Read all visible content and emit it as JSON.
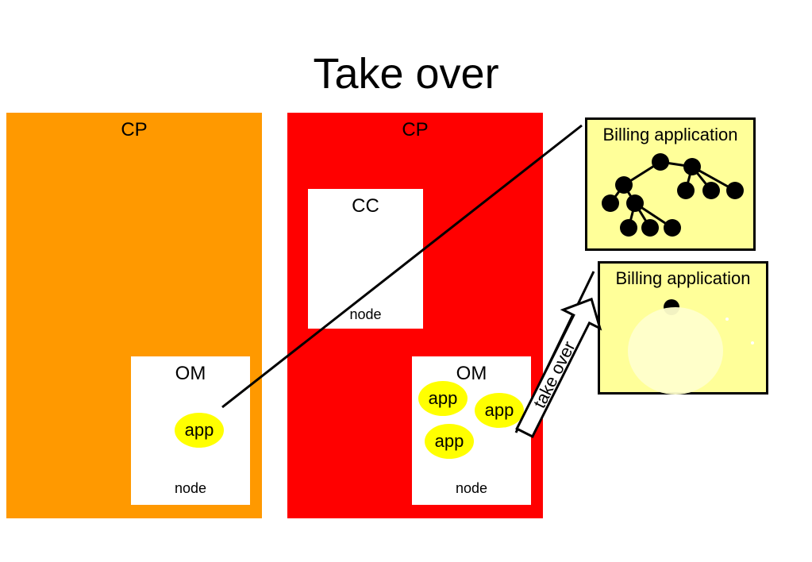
{
  "title": "Take over",
  "colors": {
    "left_cp": "#ff9900",
    "right_cp": "#ff0000",
    "app": "#ffff00",
    "billing_box": "#ffff99"
  },
  "left_cp": {
    "label": "CP",
    "om": {
      "label": "OM",
      "node": "node",
      "apps": [
        "app"
      ]
    }
  },
  "right_cp": {
    "label": "CP",
    "cc": {
      "label": "CC",
      "node": "node"
    },
    "om": {
      "label": "OM",
      "node": "node",
      "apps": [
        "app",
        "app",
        "app"
      ]
    }
  },
  "billing_top": {
    "label": "Billing application"
  },
  "billing_bottom": {
    "label": "Billing application"
  },
  "arrow": {
    "label": "take over"
  }
}
